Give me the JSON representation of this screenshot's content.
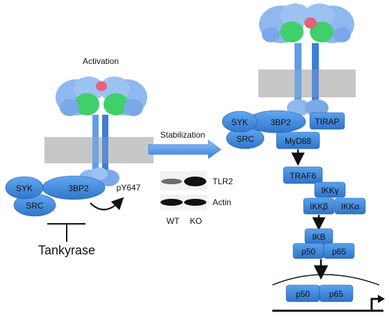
{
  "colors": {
    "node_fill": "#3d86d8",
    "node_edge": "#1d5aa6",
    "ellipse_fill": "#4a94e4",
    "membrane": "#bdbdbd",
    "protein_blue": "#8fb8ef",
    "protein_green": "#3fcf6b",
    "protein_red": "#e8607a",
    "arrow_fill": "#5b9be8",
    "text_on_node": "#ffffff",
    "text_dark": "#111111"
  },
  "labels": {
    "activation": "Activation",
    "stabilization": "Stabilization",
    "tankyrase": "Tankyrase",
    "pY647": "pY647"
  },
  "left_complex": {
    "syk": "SYK",
    "bp2": "3BP2",
    "src": "SRC"
  },
  "blot": {
    "tlr2": "TLR2",
    "actin": "Actin",
    "wt": "WT",
    "ko": "KO"
  },
  "right_complex": {
    "syk": "SYK",
    "bp2": "3BP2",
    "tirap": "TIRAP",
    "src": "SRC",
    "myd88": "MyD88"
  },
  "pathway": {
    "traf6": "TRAF6",
    "ikk_gamma": "IKKγ",
    "ikk_beta": "IKKβ",
    "ikk_alpha": "IKKα",
    "ikb": "IKB",
    "p50": "p50",
    "p65": "p65",
    "p50_nuc": "p50",
    "p65_nuc": "p65"
  }
}
